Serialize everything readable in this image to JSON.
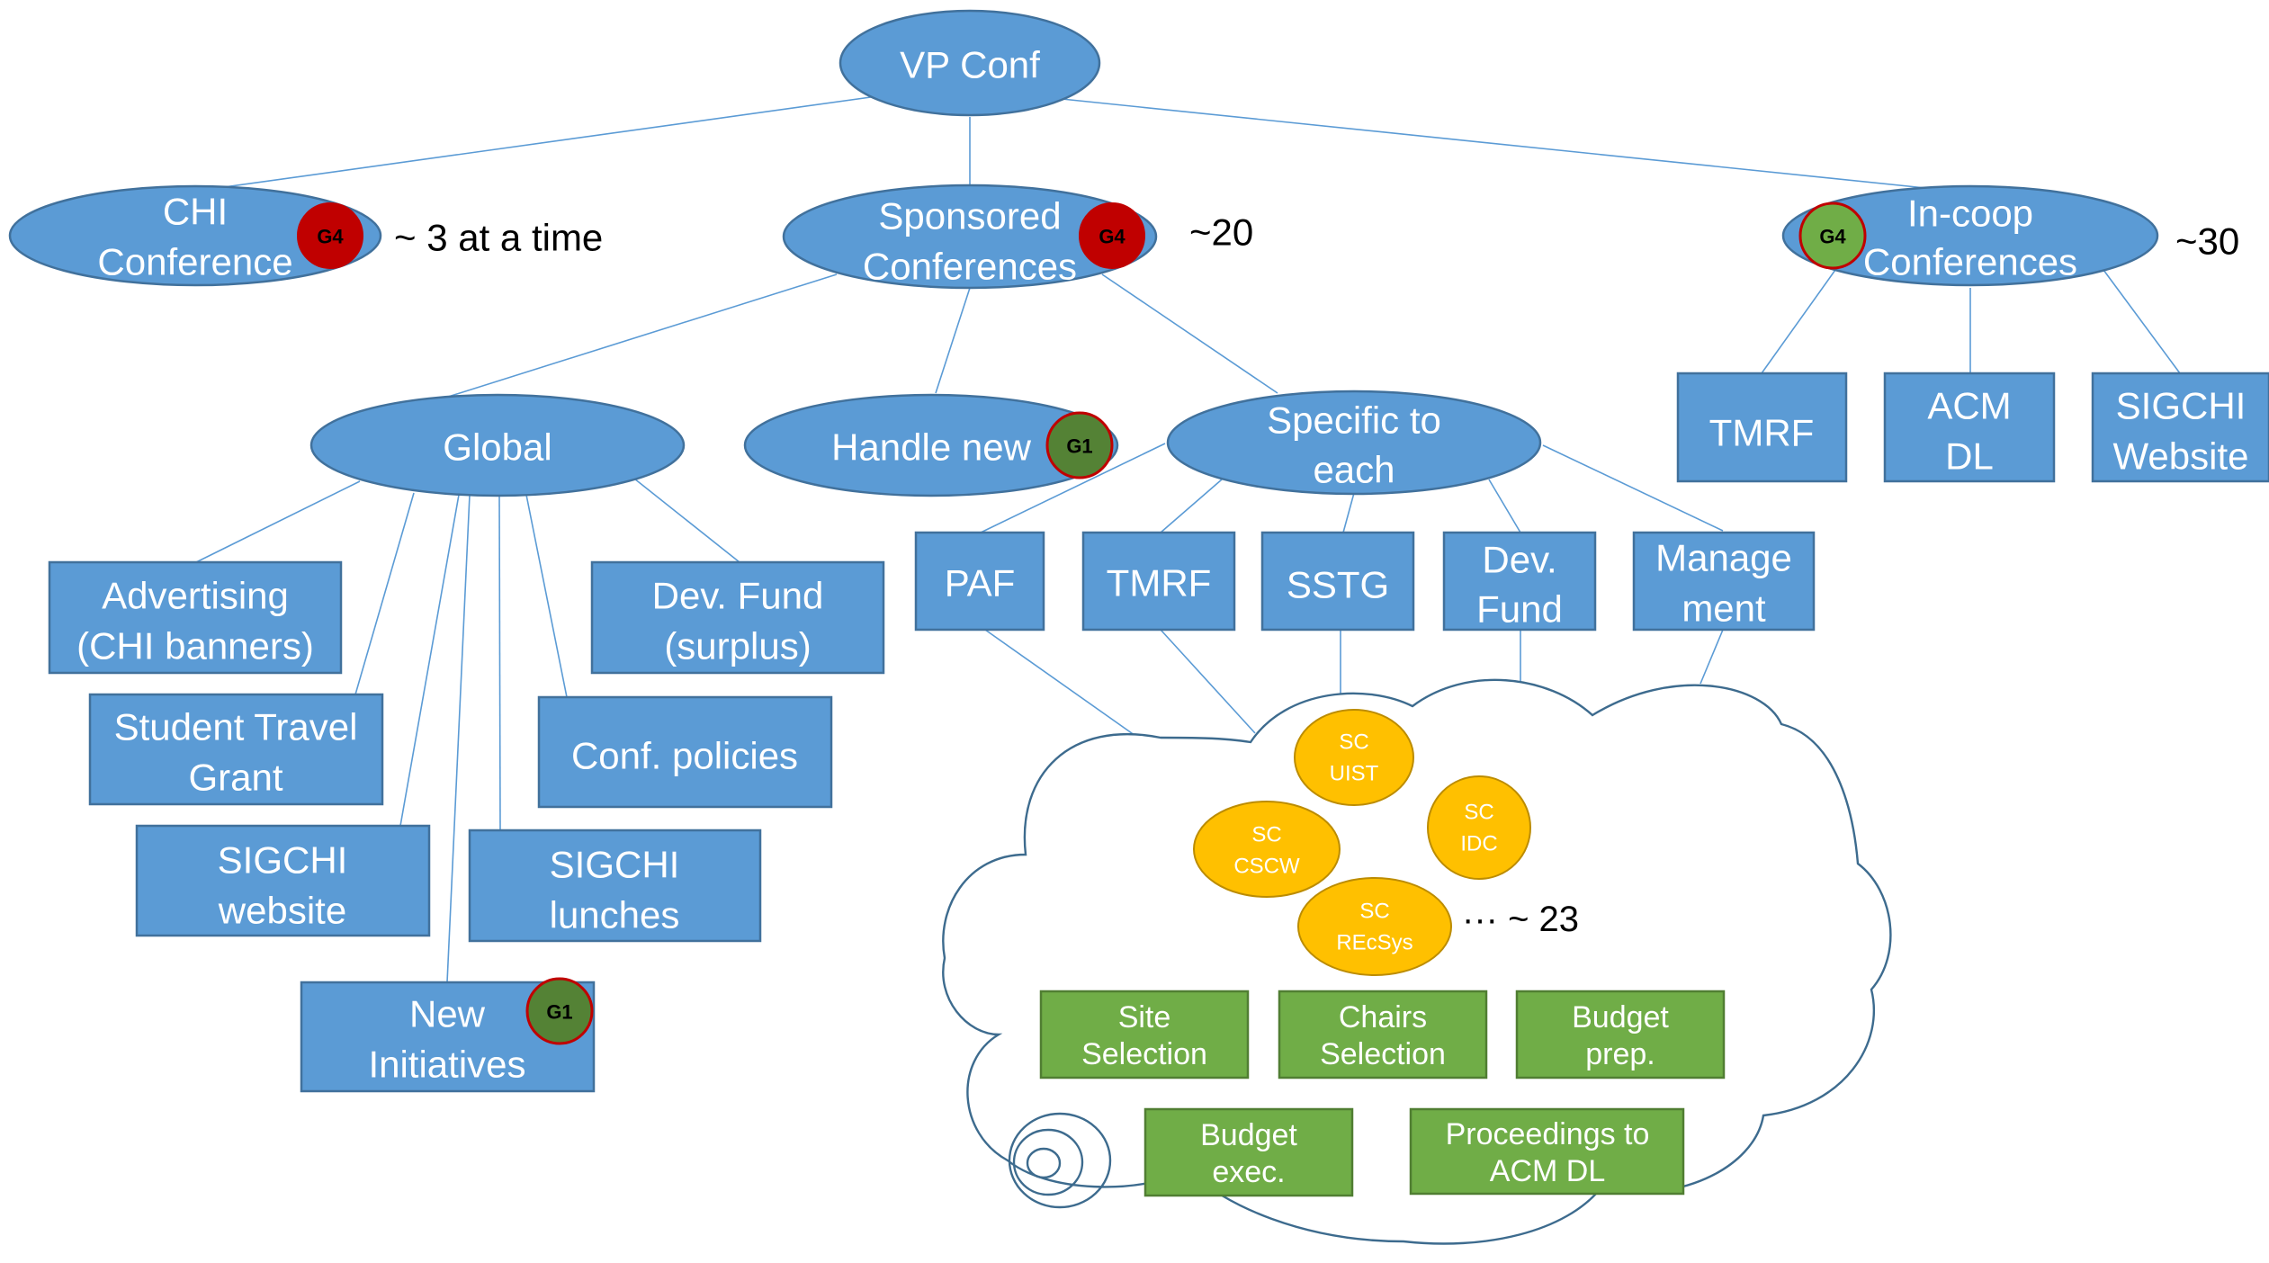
{
  "nodes": {
    "vp_conf": [
      "VP Conf"
    ],
    "chi_conference": [
      "CHI",
      "Conference"
    ],
    "sponsored": [
      "Sponsored",
      "Conferences"
    ],
    "incoop": [
      "In-coop",
      "Conferences"
    ],
    "global": [
      "Global"
    ],
    "handle_new": [
      "Handle new"
    ],
    "specific": [
      "Specific to",
      "each"
    ],
    "incoop_tmrf": [
      "TMRF"
    ],
    "incoop_acmdl": [
      "ACM",
      "DL"
    ],
    "incoop_sigchi": [
      "SIGCHI",
      "Website"
    ],
    "advertising": [
      "Advertising",
      "(CHI banners)"
    ],
    "student_travel": [
      "Student Travel",
      "Grant"
    ],
    "sigchi_website": [
      "SIGCHI",
      "website"
    ],
    "new_initiatives": [
      "New",
      "Initiatives"
    ],
    "sigchi_lunches": [
      "SIGCHI",
      "lunches"
    ],
    "conf_policies": [
      "Conf. policies"
    ],
    "dev_fund_surplus": [
      "Dev. Fund",
      "(surplus)"
    ],
    "paf": [
      "PAF"
    ],
    "spec_tmrf": [
      "TMRF"
    ],
    "sstg": [
      "SSTG"
    ],
    "dev_fund": [
      "Dev.",
      "Fund"
    ],
    "management": [
      "Manage",
      "ment"
    ]
  },
  "notes": {
    "chi": "~ 3 at a time",
    "sponsored": "~20",
    "incoop": "~30",
    "sc_count": "··· ~ 23"
  },
  "steering_committees": [
    [
      "SC",
      "UIST"
    ],
    [
      "SC",
      "IDC"
    ],
    [
      "SC",
      "CSCW"
    ],
    [
      "SC",
      "REcSys"
    ]
  ],
  "cloud_tasks": [
    [
      "Site",
      "Selection"
    ],
    [
      "Chairs",
      "Selection"
    ],
    [
      "Budget",
      "prep."
    ],
    [
      "Budget",
      "exec."
    ],
    [
      "Proceedings to",
      "ACM DL"
    ]
  ],
  "badges": {
    "chi": "G4",
    "sponsored": "G4",
    "incoop": "G4",
    "handle_new": "G1",
    "new_initiatives": "G1"
  },
  "colors": {
    "node_fill": "#5B9BD5",
    "node_border": "#41719C",
    "task_fill": "#70AD47",
    "sc_fill": "#FFC000",
    "badge_red": "#C00000",
    "badge_green": "#70AD47"
  }
}
